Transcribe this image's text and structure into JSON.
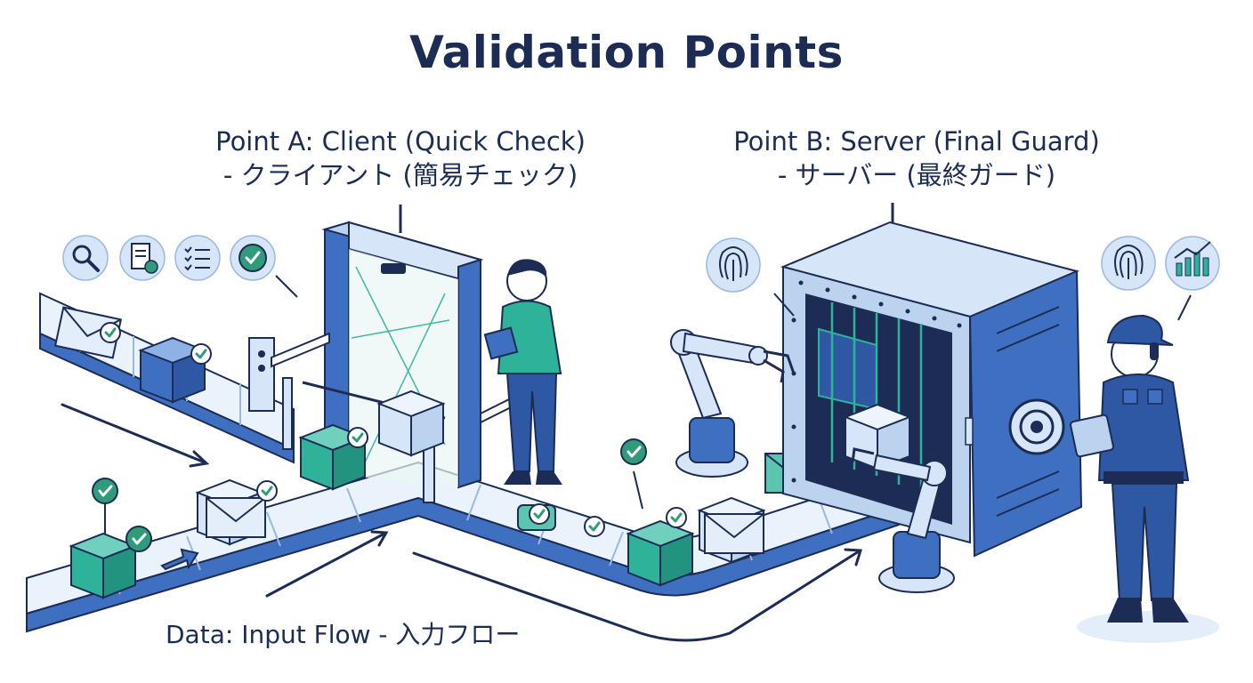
{
  "diagram": {
    "title": "Validation Points",
    "point_a": {
      "line1": "Point A: Client (Quick Check)",
      "line2": "- クライアント (簡易チェック)"
    },
    "point_b": {
      "line1": "Point B: Server (Final Guard)",
      "line2": "- サーバー (最終ガード)"
    },
    "flow_label": "Data: Input Flow - 入力フロー",
    "icons_client": [
      "search-icon",
      "document-check-icon",
      "checklist-icon",
      "checkmark-icon"
    ],
    "icons_server": [
      "fingerprint-icon",
      "fingerprint-icon",
      "analytics-chart-icon"
    ],
    "colors": {
      "navy": "#1c2c54",
      "blue": "#3f6fc1",
      "light_blue": "#d6e6f8",
      "teal": "#2eb39a",
      "green_check": "#2f9b78",
      "conveyor": "#eaf2fb"
    }
  }
}
